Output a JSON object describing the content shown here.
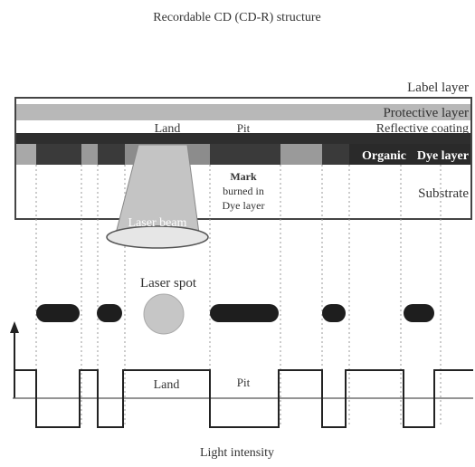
{
  "diagram": {
    "title": "Recordable CD (CD-R) structure",
    "layers": {
      "label": "Label layer",
      "protective": "Protective layer",
      "reflective": "Reflective coating",
      "dye_prefix": "Organic",
      "dye_suffix": "Dye layer",
      "substrate": "Substrate"
    },
    "labels": {
      "land_top": "Land",
      "pit_top": "Pit",
      "mark_line1": "Mark",
      "mark_line2": "burned in",
      "mark_line3": "Dye layer",
      "laser_beam": "Laser beam",
      "laser_spot": "Laser spot",
      "land_bottom": "Land",
      "pit_bottom": "Pit",
      "axis_caption": "Light intensity"
    },
    "colors": {
      "frame": "#444444",
      "protective": "#b8b8b8",
      "reflective": "#2e2e2e",
      "dye_mark": "#3a3a3a",
      "dye_gap": "#8c8c8c",
      "beam": "#c4c4c4",
      "spot_mark": "#1e1e1e",
      "laser_spot": "#c6c6c6",
      "guide_lines": "#999999"
    }
  }
}
